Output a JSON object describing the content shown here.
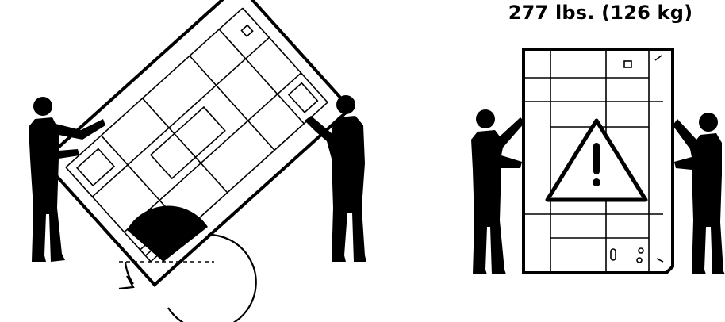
{
  "weight_label": "277 lbs. (126 kg)",
  "icons": {
    "tilt_panel": "tilted-display-panel",
    "upright_panel": "upright-display-panel",
    "warning": "warning-triangle-icon",
    "rotation": "rotation-arrow-icon",
    "person": "person-silhouette"
  }
}
